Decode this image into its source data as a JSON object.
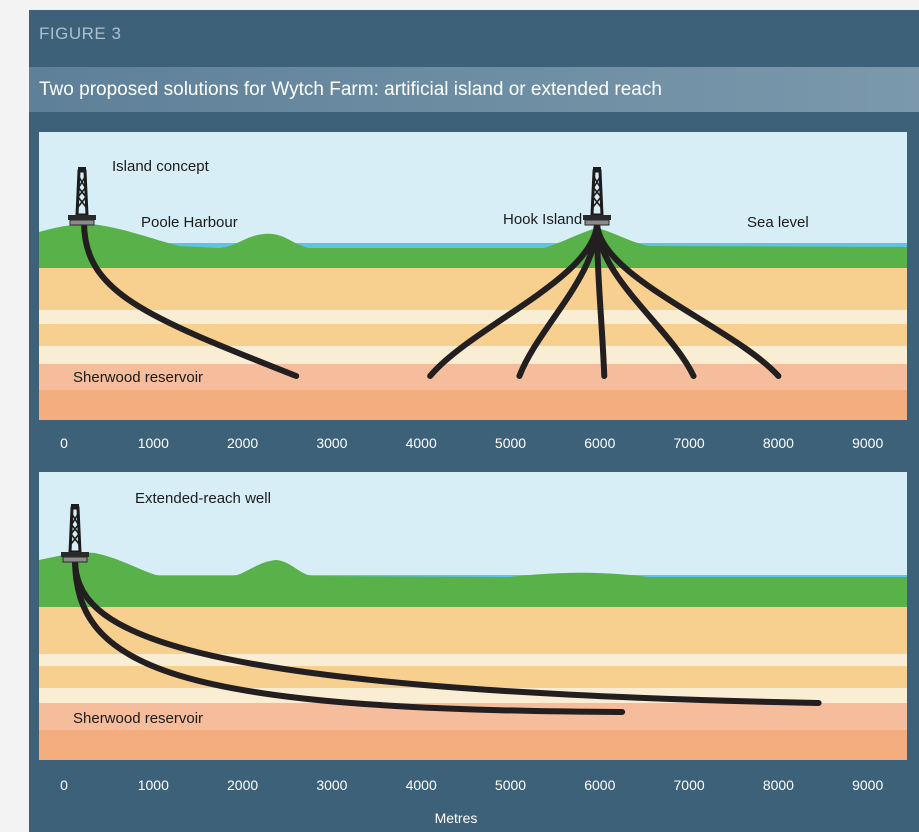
{
  "figure": {
    "label": "FIGURE 3",
    "title": "Two proposed solutions for Wytch Farm: artificial island or extended reach"
  },
  "panels": [
    {
      "id": "island",
      "labels": {
        "concept": "Island concept",
        "harbour": "Poole Harbour",
        "island": "Hook Island",
        "sea": "Sea level",
        "reservoir": "Sherwood reservoir"
      },
      "well_ends_m": [
        2600,
        4100,
        5100,
        6050,
        7050,
        8000
      ]
    },
    {
      "id": "extended-reach",
      "labels": {
        "concept": "Extended-reach well",
        "reservoir": "Sherwood reservoir"
      },
      "well_ends_m": [
        6250,
        8450
      ]
    }
  ],
  "axis": {
    "ticks": [
      0,
      1000,
      2000,
      3000,
      4000,
      5000,
      6000,
      7000,
      8000,
      9000
    ],
    "label": "Metres"
  },
  "colors": {
    "figure_bg": "#3d6179",
    "sky": "#d7eef6",
    "water": "#5fc4e4",
    "land": "#58b149",
    "band_orange": "#f7cf8f",
    "band_light": "#f9edd3",
    "reservoir": "#f5bd9c",
    "reservoir_deep": "#f4ad7f",
    "well": "#231f20"
  },
  "icons": [
    "drilling-rig-icon"
  ]
}
